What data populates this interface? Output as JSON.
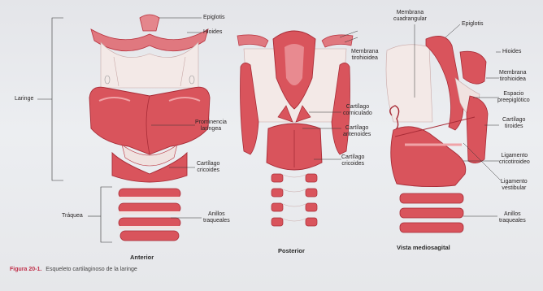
{
  "colors": {
    "cartilage": "#d9545c",
    "cartilage_light": "#e68a8f",
    "cartilage_dark": "#b8323e",
    "membrane": "#f3e9e7",
    "line": "#333333",
    "caption_accent": "#c0304a"
  },
  "labels": {
    "laringe": "Laringe",
    "traquea": "Tráquea",
    "epiglotis_1": "Epiglotis",
    "hioides_1": "Hioides",
    "membrana_tirohioidea_1": "Membrana\ntirohioidea",
    "prominencia_laringea": "Prominencia\nlaríngea",
    "cartilago_cricoides_1": "Cartílago\ncricoides",
    "anillos_traqueales_1": "Anillos\ntraqueales",
    "cartilago_corniculado": "Cartílago\ncorniculado",
    "cartilago_aritenoides": "Cartílago\naritenoides",
    "cartilago_cricoides_2": "Cartílago\ncricoides",
    "membrana_cuadrangular": "Membrana\ncuadrangular",
    "epiglotis_2": "Epiglotis",
    "hioides_2": "Hioides",
    "membrana_tirohioidea_2": "Membrana\ntirohioidea",
    "espacio_preepiglotico": "Espacio\npreepiglótico",
    "cartilago_tiroides": "Cartílago\ntiroides",
    "ligamento_cricotiroideo": "Ligamento\ncricotiroideo",
    "ligamento_vestibular": "Ligamento\nvestibular",
    "anillos_traqueales_2": "Anillos\ntraqueales"
  },
  "views": {
    "anterior": "Anterior",
    "posterior": "Posterior",
    "mediosagital": "Vista mediosagital"
  },
  "caption": {
    "figure": "Figura 20-1.",
    "text": "Esqueleto cartilaginoso de la laringe"
  }
}
